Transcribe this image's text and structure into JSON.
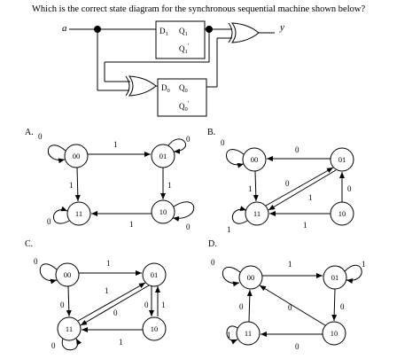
{
  "question": "Which is the correct state diagram for the synchronous sequential machine shown below?",
  "circuit": {
    "input_label": "a",
    "output_label": "y",
    "ff1": {
      "d": "D",
      "d_sub": "1",
      "q": "Q",
      "q_sub": "1",
      "qn": "Q",
      "qn_sub": "1",
      "qn_mark": "'"
    },
    "ff0": {
      "d": "D",
      "d_sub": "0",
      "q": "Q",
      "q_sub": "0",
      "qn": "Q",
      "qn_sub": "0",
      "qn_mark": "'"
    }
  },
  "options": [
    {
      "label": "A.",
      "states": [
        "00",
        "01",
        "11",
        "10"
      ],
      "edge_labels": [
        "0",
        "1",
        "0",
        "1",
        "1",
        "0",
        "1",
        "0"
      ]
    },
    {
      "label": "B.",
      "states": [
        "00",
        "01",
        "11",
        "10"
      ],
      "edge_labels": [
        "0",
        "0",
        "0",
        "1",
        "1",
        "0",
        "1",
        "1"
      ]
    },
    {
      "label": "C.",
      "states": [
        "00",
        "01",
        "11",
        "10"
      ],
      "edge_labels": [
        "0",
        "1",
        "1",
        "0",
        "0",
        "0",
        "1",
        "0",
        "1"
      ]
    },
    {
      "label": "D.",
      "states": [
        "00",
        "01",
        "11",
        "10"
      ],
      "edge_labels": [
        "0",
        "1",
        "1",
        "0",
        "0",
        "0",
        "1",
        "0"
      ]
    }
  ]
}
